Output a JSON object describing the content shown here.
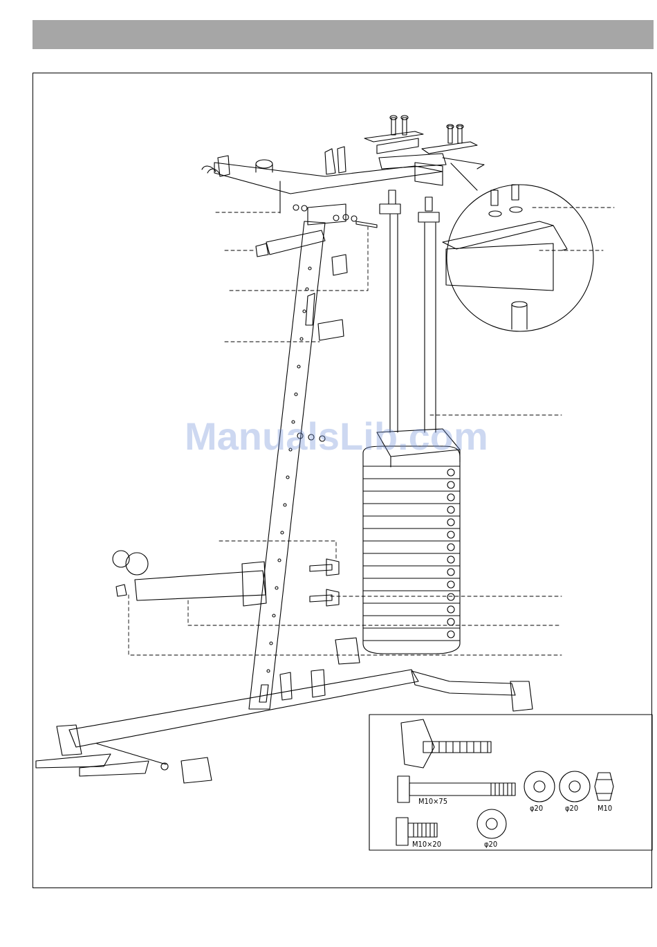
{
  "watermark": {
    "text": "ManualsLib.com"
  },
  "hardware": {
    "bolt_long_label": "M10×75",
    "washer_a_label": "φ20",
    "washer_b_label": "φ20",
    "nut_label": "M10",
    "bolt_short_label": "M10×20",
    "washer_c_label": "φ20"
  },
  "colors": {
    "header_bar": "#a6a6a6",
    "watermark": "#6f8fd6"
  }
}
